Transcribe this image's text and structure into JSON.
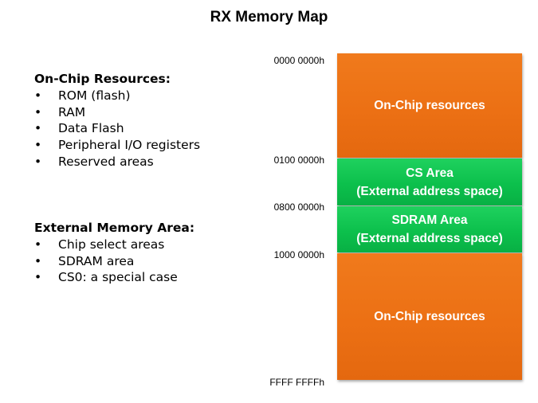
{
  "title": "RX Memory Map",
  "left_panel": {
    "on_chip": {
      "heading": "On-Chip Resources:",
      "items": [
        "ROM (flash)",
        "RAM",
        "Data Flash",
        "Peripheral I/O registers",
        "Reserved areas"
      ]
    },
    "external": {
      "heading": "External Memory Area:",
      "items": [
        "Chip select areas",
        "SDRAM area",
        "CS0: a special case"
      ]
    },
    "bullet_char": "•"
  },
  "memory_map": {
    "addresses": [
      "0000 0000h",
      "0100 0000h",
      "0800 0000h",
      "1000 0000h",
      "FFFF FFFFh"
    ],
    "blocks": [
      {
        "line1": "On-Chip resources",
        "line2": "",
        "color": "#ec7014"
      },
      {
        "line1": "CS Area",
        "line2": "(External address space)",
        "color": "#0cc04c"
      },
      {
        "line1": "SDRAM Area",
        "line2": "(External address space)",
        "color": "#0cc04c"
      },
      {
        "line1": "On-Chip resources",
        "line2": "",
        "color": "#ec7014"
      }
    ]
  }
}
